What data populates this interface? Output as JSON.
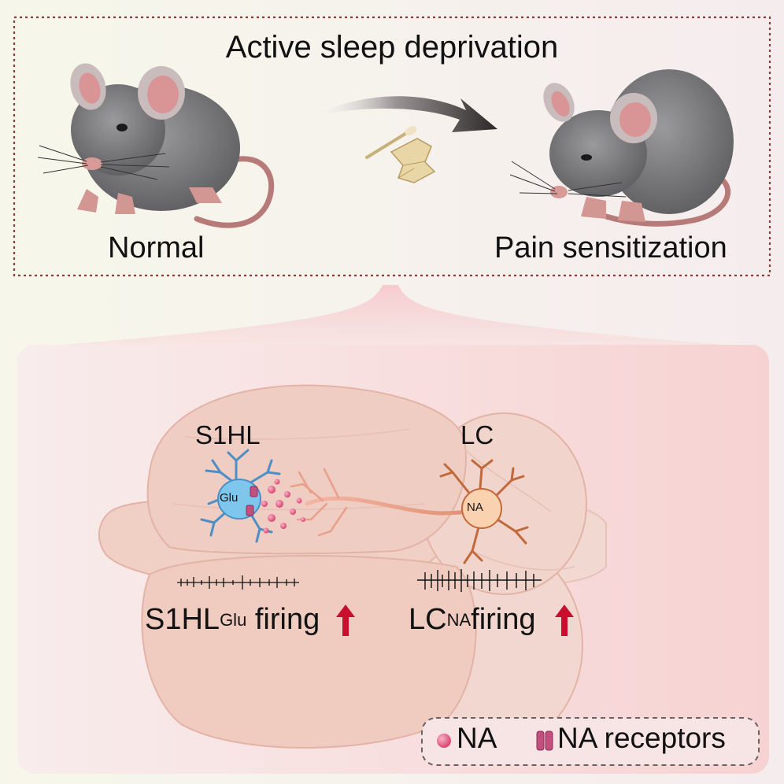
{
  "title": "Active sleep deprivation",
  "normal_label": "Normal",
  "pain_label": "Pain sensitization",
  "regions": {
    "s1hl": "S1HL",
    "lc": "LC"
  },
  "cells": {
    "glu": "Glu",
    "na": "NA"
  },
  "firing": {
    "s1hl_main": "S1HL",
    "s1hl_sup": "Glu",
    "s1hl_tail": " firing",
    "lc_main": "LC",
    "lc_sup": "NA",
    "lc_tail": "firing"
  },
  "legend": {
    "na": "NA",
    "receptors": "NA receptors"
  },
  "colors": {
    "frame": "#8a3c36",
    "neuron_glu": "#5aa6d8",
    "neuron_na": "#d1784a",
    "na_dot": "#e0527a",
    "up_arrow": "#c8102e",
    "brain": "#f0cfc5"
  }
}
